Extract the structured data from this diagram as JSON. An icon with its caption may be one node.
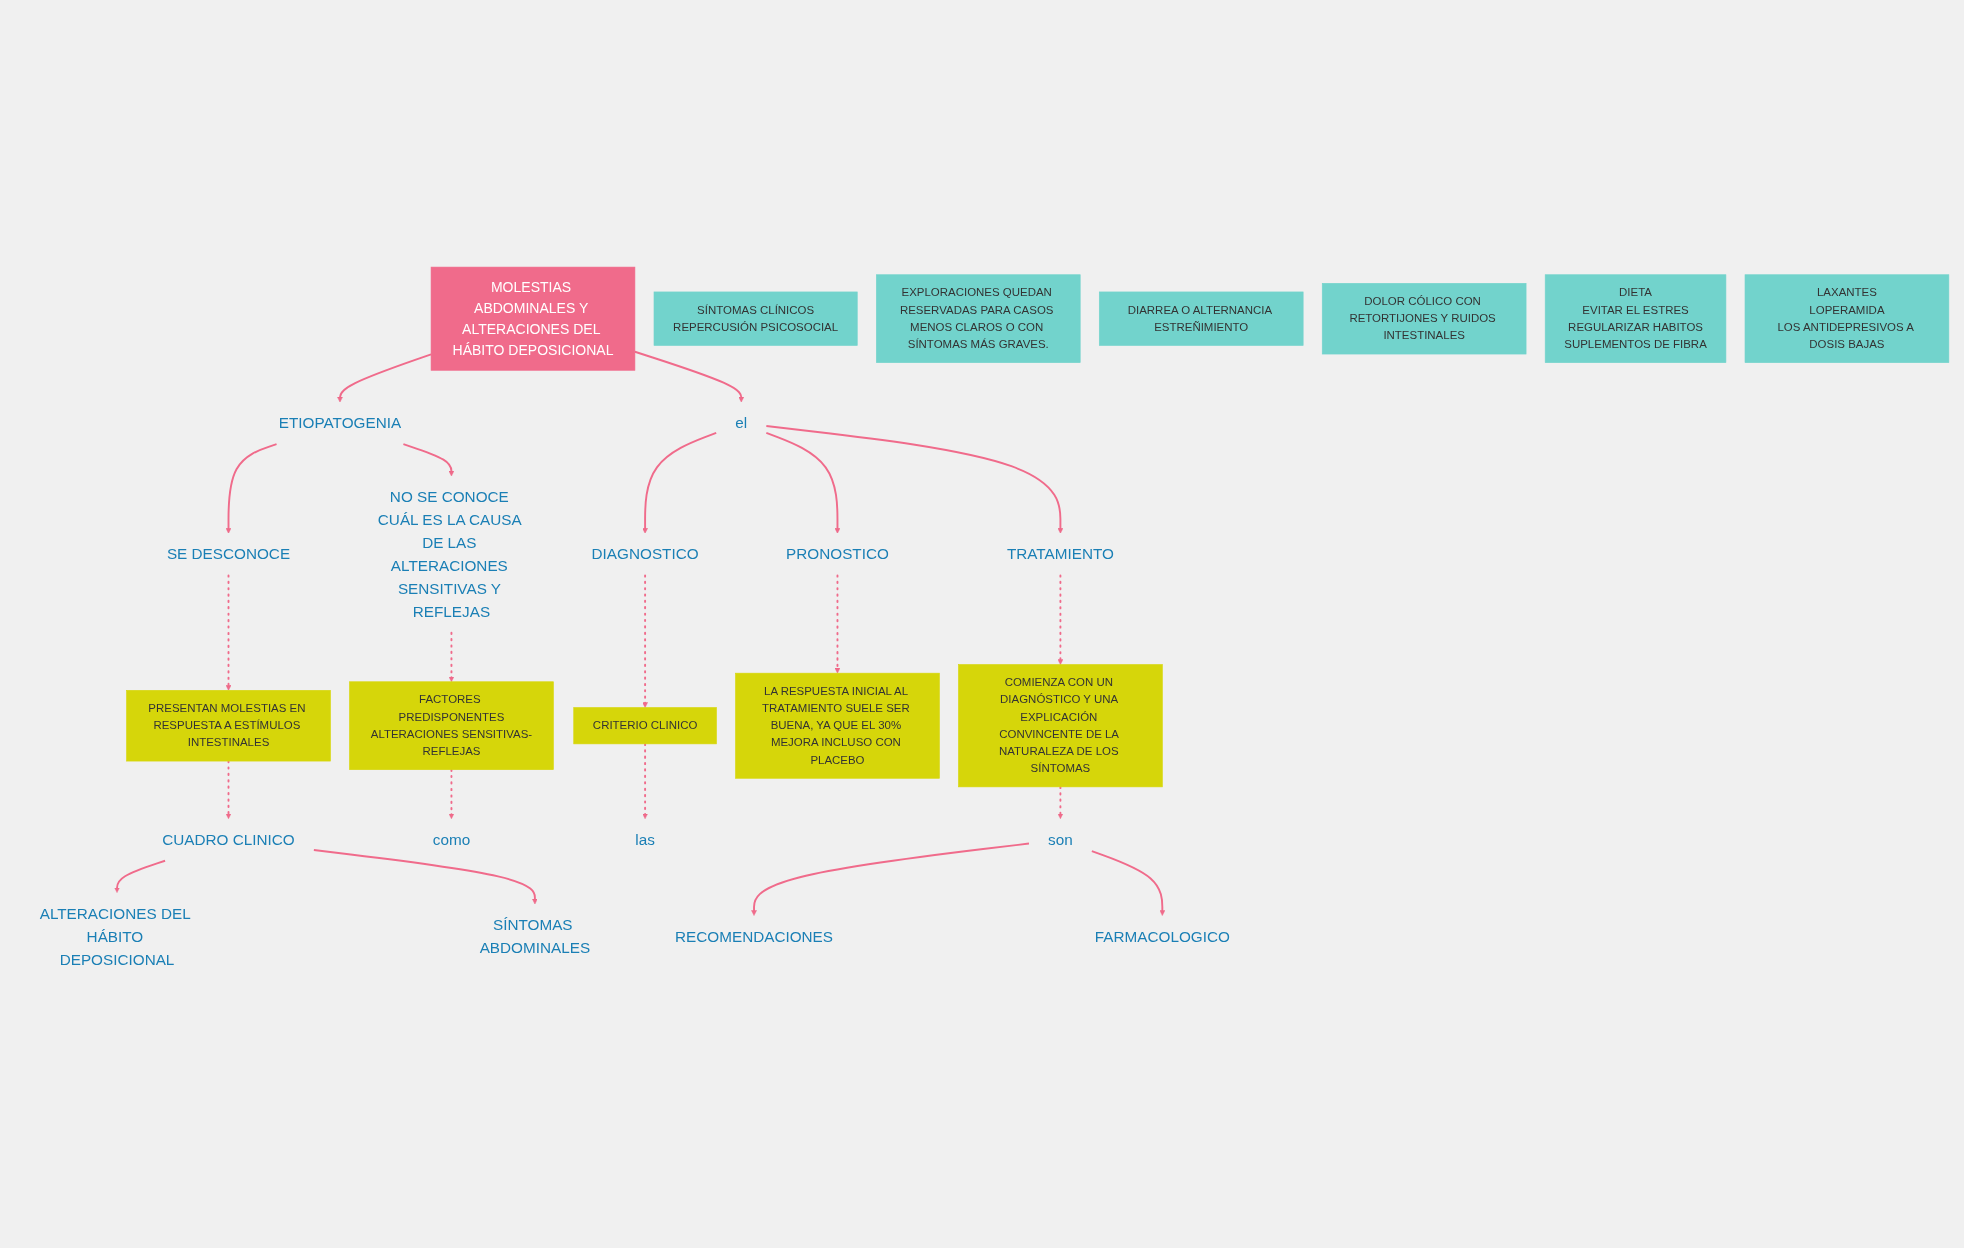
{
  "diagram": {
    "nodes": [
      {
        "text": [
          "MOLESTIAS ABDOMINALES Y ALTERACIONES DEL HÁBITO DEPOSICIONAL"
        ]
      },
      {
        "text": [
          "ETIOPATOGENIA"
        ]
      },
      {
        "text": [
          "el"
        ]
      },
      {
        "text": [
          "SE DESCONOCE"
        ]
      },
      {
        "text": [
          "NO SE CONOCE CUÁL ES LA CAUSA DE LAS ALTERACIONES SENSITIVAS Y REFLEJAS"
        ]
      },
      {
        "text": [
          "DIAGNOSTICO"
        ]
      },
      {
        "text": [
          "PRONOSTICO"
        ]
      },
      {
        "text": [
          "TRATAMIENTO"
        ]
      },
      {
        "text": [
          "PRESENTAN MOLESTIAS EN RESPUESTA A ESTÍMULOS INTESTINALES"
        ]
      },
      {
        "text": [
          "FACTORES PREDISPONENTES",
          "ALTERACIONES SENSITIVAS-REFLEJAS"
        ]
      },
      {
        "text": [
          "CRITERIO CLINICO"
        ]
      },
      {
        "text": [
          "LA RESPUESTA INICIAL AL TRATAMIENTO SUELE SER BUENA, YA QUE EL 30% MEJORA INCLUSO CON PLACEBO"
        ]
      },
      {
        "text": [
          "COMIENZA CON UN DIAGNÓSTICO Y UNA EXPLICACIÓN CONVINCENTE DE LA NATURALEZA DE LOS SÍNTOMAS"
        ]
      },
      {
        "text": [
          "como"
        ]
      },
      {
        "text": [
          "las"
        ]
      },
      {
        "text": [
          "CUADRO CLINICO"
        ]
      },
      {
        "text": [
          "SÍNTOMAS CLÍNICOS",
          "REPERCUSIÓN PSICOSOCIAL"
        ]
      },
      {
        "text": [
          "EXPLORACIONES QUEDAN RESERVADAS PARA CASOS MENOS CLAROS O CON SÍNTOMAS MÁS GRAVES."
        ]
      },
      {
        "text": [
          "son"
        ]
      },
      {
        "text": [
          "ALTERACIONES DEL HÁBITO DEPOSICIONAL"
        ]
      },
      {
        "text": [
          "SÍNTOMAS ABDOMINALES"
        ]
      },
      {
        "text": [
          "RECOMENDACIONES"
        ]
      },
      {
        "text": [
          "FARMACOLOGICO"
        ]
      },
      {
        "text": [
          "DIARREA O ALTERNANCIA ESTREÑIMIENTO"
        ]
      },
      {
        "text": [
          "DOLOR CÓLICO CON RETORTIJONES Y RUIDOS INTESTINALES"
        ]
      },
      {
        "text": [
          "DIETA",
          "EVITAR EL ESTRES",
          "REGULARIZAR HABITOS",
          "SUPLEMENTOS DE FIBRA"
        ]
      },
      {
        "text": [
          "LAXANTES",
          "LOPERAMIDA",
          "LOS ANTIDEPRESIVOS A DOSIS BAJAS"
        ]
      }
    ],
    "edges": [
      {
        "from": 0,
        "to": 1,
        "arrow": "to"
      },
      {
        "from": 0,
        "to": 2,
        "arrow": "to"
      },
      {
        "from": 1,
        "to": 3,
        "arrow": "to"
      },
      {
        "from": 1,
        "to": 4,
        "arrow": "to"
      },
      {
        "from": 2,
        "to": 5,
        "arrow": "to"
      },
      {
        "from": 2,
        "to": 6,
        "arrow": "to"
      },
      {
        "from": 2,
        "to": 7,
        "arrow": "to"
      },
      {
        "from": 3,
        "to": 8,
        "arrow": "to",
        "style": "dashed"
      },
      {
        "from": 4,
        "to": 9,
        "arrow": "to",
        "style": "dashed"
      },
      {
        "from": 5,
        "to": 10,
        "arrow": "to",
        "style": "dashed"
      },
      {
        "from": 6,
        "to": 11,
        "arrow": "to",
        "style": "dashed"
      },
      {
        "from": 7,
        "to": 12,
        "arrow": "to",
        "style": "dashed"
      },
      {
        "from": 8,
        "to": 15,
        "arrow": "to",
        "style": "dashed"
      },
      {
        "from": 9,
        "to": 13,
        "arrow": "to",
        "style": "dashed"
      },
      {
        "from": 10,
        "to": 14,
        "arrow": "to",
        "style": "dashed"
      },
      {
        "from": 12,
        "to": 18,
        "arrow": "to",
        "style": "dashed"
      },
      {
        "from": 15,
        "to": 19,
        "arrow": "to"
      },
      {
        "from": 15,
        "to": 20,
        "arrow": "to"
      },
      {
        "from": 18,
        "to": 21,
        "arrow": "to"
      },
      {
        "from": 18,
        "to": 22,
        "arrow": "to"
      }
    ]
  }
}
